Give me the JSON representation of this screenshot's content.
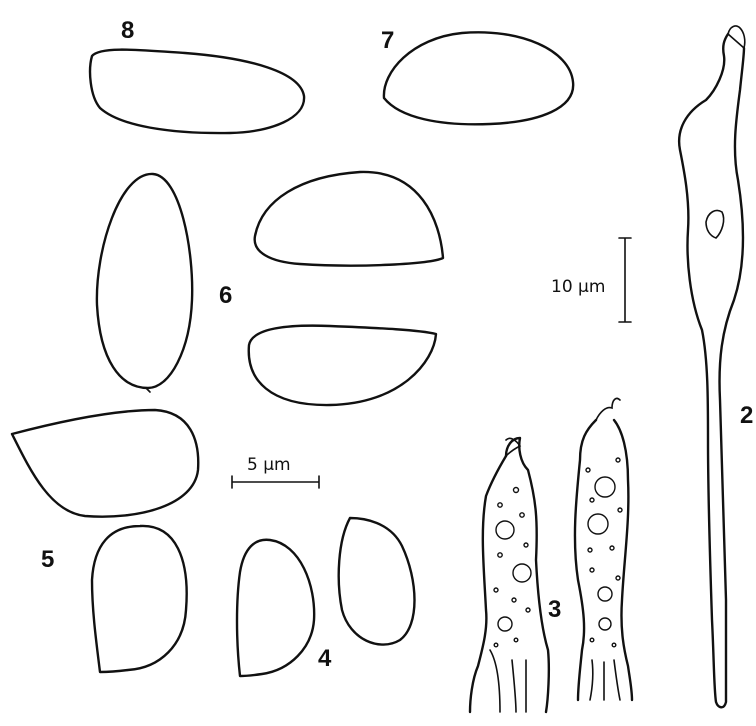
{
  "figure": {
    "labels": {
      "l8": "8",
      "l7": "7",
      "l6": "6",
      "l5": "5",
      "l4": "4",
      "l3": "3",
      "l2": "2"
    },
    "scale_bars": {
      "small": "5 µm",
      "large": "10 µm"
    }
  }
}
